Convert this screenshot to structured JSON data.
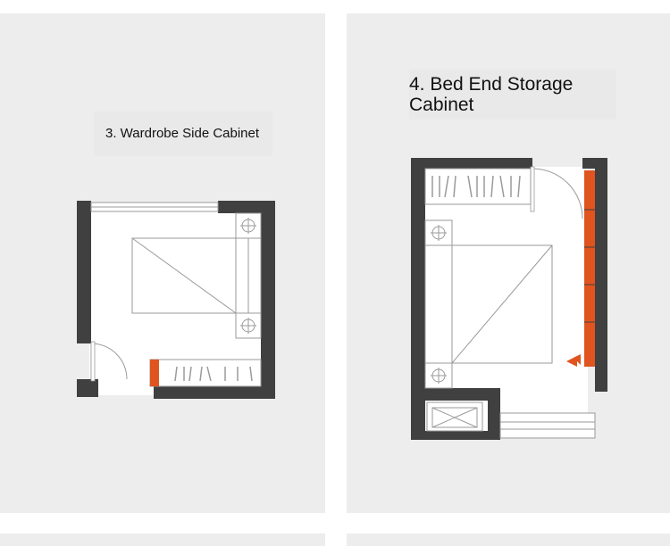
{
  "panels": [
    {
      "caption": "3. Wardrobe Side Cabinet"
    },
    {
      "caption_line1": "4. Bed End Storage",
      "caption_line2": "Cabinet"
    }
  ],
  "colors": {
    "wall": "#404040",
    "accent": "#e0541f",
    "floor": "#ffffff",
    "line": "#9a9a9a",
    "panel_bg": "#ededed"
  }
}
